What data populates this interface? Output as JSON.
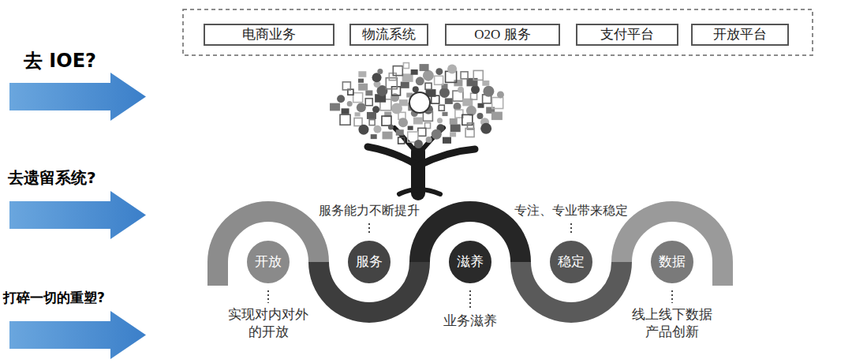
{
  "diagram": {
    "nodes": [
      {
        "text": [
          "电商业务"
        ]
      },
      {
        "text": [
          "物流系统"
        ]
      },
      {
        "text": [
          "O2O 服务"
        ]
      },
      {
        "text": [
          "支付平台"
        ]
      },
      {
        "text": [
          "开放平台"
        ]
      },
      {
        "text": [
          "开放"
        ]
      },
      {
        "text": [
          "服务"
        ]
      },
      {
        "text": [
          "滋养"
        ]
      },
      {
        "text": [
          "稳定"
        ]
      },
      {
        "text": [
          "数据"
        ]
      }
    ],
    "labels": [
      "去 IOE?",
      "去遗留系统?",
      "打碎一切的重塑?",
      "服务能力不断提升",
      "专注、专业带来稳定",
      "实现对内对外 的开放",
      "业务滋养",
      "线上线下数据 产品创新"
    ]
  }
}
